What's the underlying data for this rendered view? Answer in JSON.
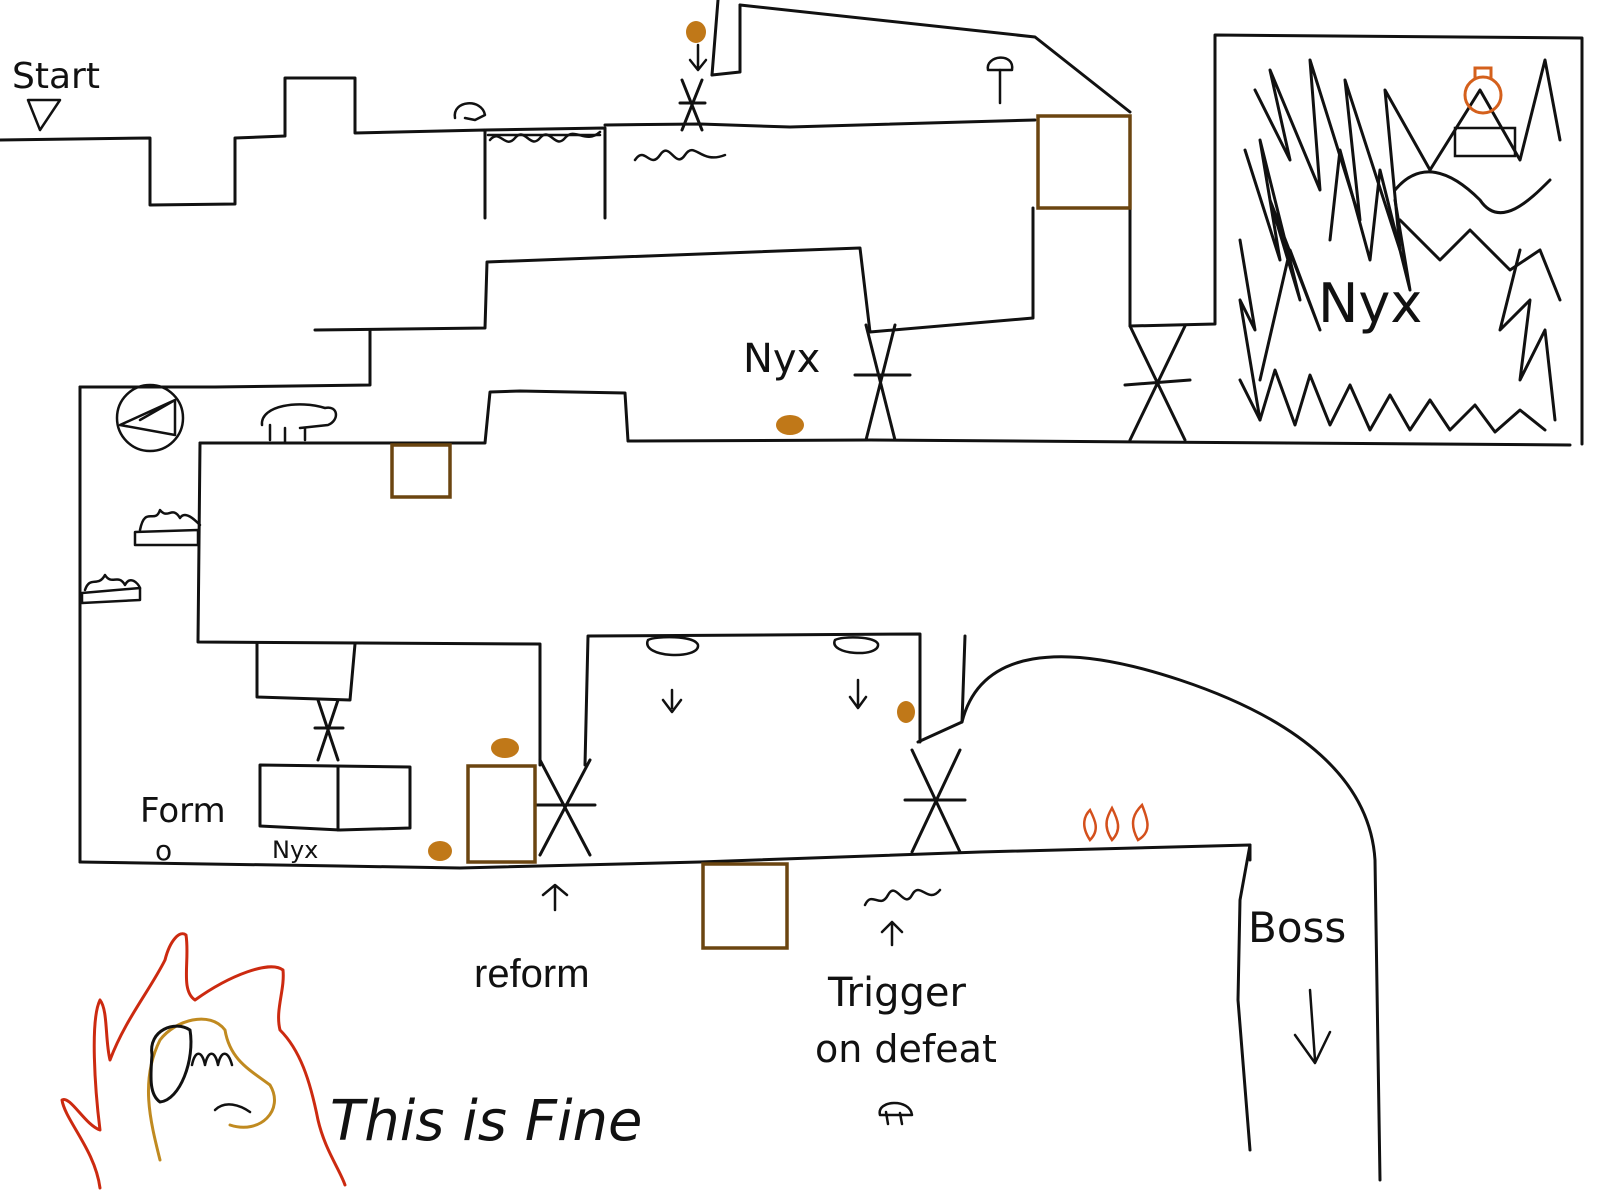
{
  "labels": {
    "start": "Start",
    "form": "Form",
    "form_mark": "o",
    "nyx_small": "Nyx",
    "nyx_mid": "Nyx",
    "nyx_room": "Nyx",
    "reform": "reform",
    "trigger_line1": "Trigger",
    "trigger_line2": "on defeat",
    "boss": "Boss",
    "this_is_fine": "This is Fine"
  },
  "colors": {
    "ink": "#111111",
    "crate": "#6b4510",
    "coin": "#c07818",
    "flame_orange": "#d4501c",
    "flame_red": "#cc2a10",
    "flame_gold": "#c08a20",
    "potion": "#d4601c"
  },
  "icons": {
    "start_marker": "triangle-down-icon",
    "compass": "compass-icon",
    "enemy": "sheep-icon",
    "door": "x-gate-icon",
    "crate": "crate-icon",
    "coin": "coin-icon",
    "spring": "wave-trap-icon",
    "lamp": "lamp-icon",
    "potion": "potion-icon",
    "fire": "flame-icon",
    "dog": "dog-icon"
  }
}
